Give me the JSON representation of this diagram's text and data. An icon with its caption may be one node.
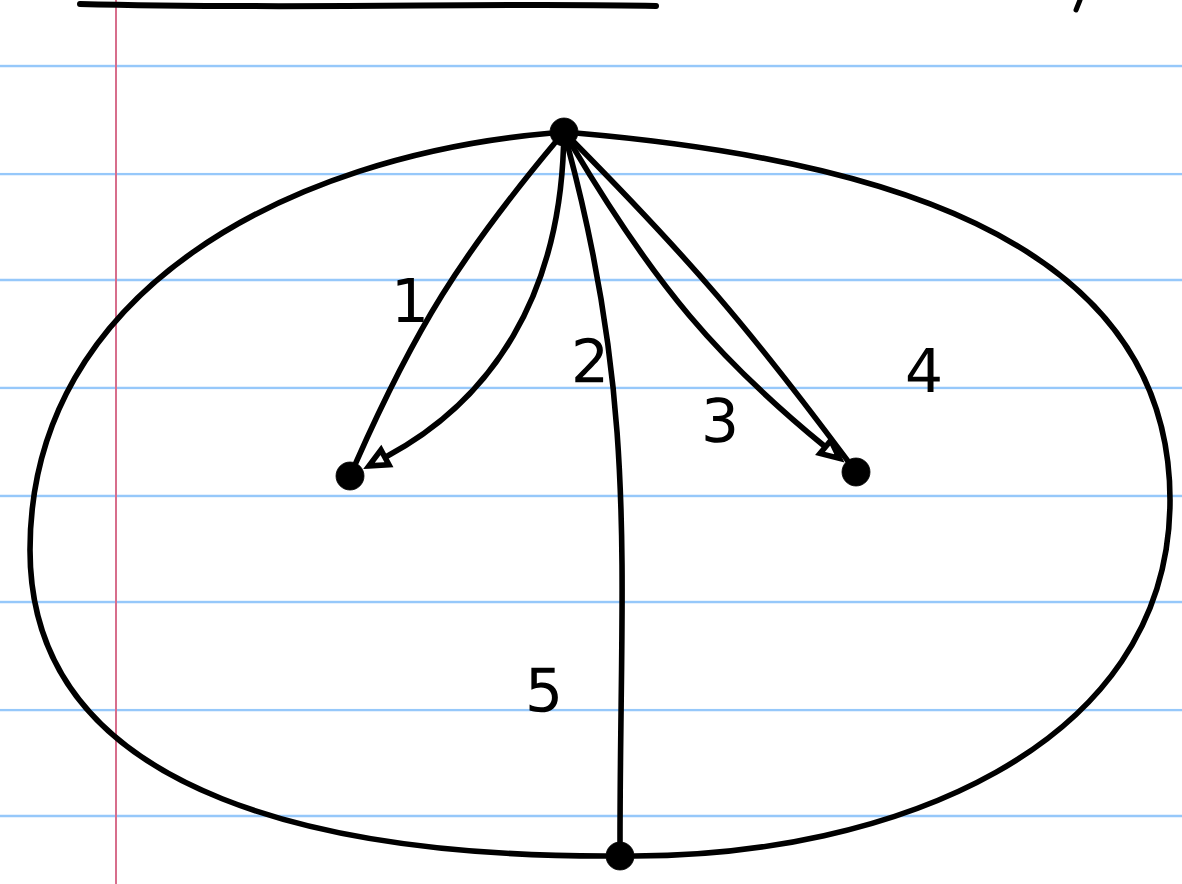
{
  "diagram": {
    "nodes": [
      {
        "text": [],
        "shape": "circle"
      },
      {
        "text": [],
        "shape": "circle"
      },
      {
        "text": [],
        "shape": "circle"
      },
      {
        "text": [],
        "shape": "circle"
      }
    ],
    "edges": [
      {
        "from": 0,
        "to": 1,
        "arrow": "none",
        "label": "1"
      },
      {
        "from": 0,
        "to": 1,
        "arrow": "to",
        "label": "2"
      },
      {
        "from": 0,
        "to": 2,
        "arrow": "none",
        "label": "3"
      },
      {
        "from": 0,
        "to": 2,
        "arrow": "to",
        "label": "4"
      },
      {
        "from": 0,
        "to": 3,
        "arrow": "none",
        "label": "5"
      },
      {
        "from": 0,
        "to": 3,
        "arrow": "none"
      },
      {
        "from": 0,
        "to": 3,
        "arrow": "none"
      }
    ]
  }
}
